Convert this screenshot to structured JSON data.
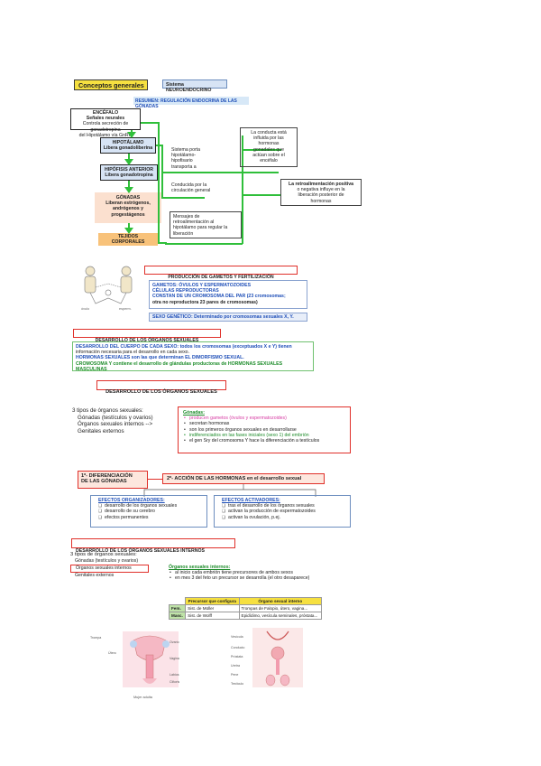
{
  "top": {
    "title": "Conceptos generales",
    "badge": "Sistema NEUROENDOCRINO",
    "subtitle": "RESUMEN: REGULACIÓN ENDOCRINA DE LAS GÓNADAS"
  },
  "flow": {
    "encefalo": [
      "ENCÉFALO",
      "Señales neurales",
      "Controla secreción de gonadotropina",
      "del Hipotálamo vía GnRH"
    ],
    "hipotalamo": [
      "HIPOTÁLAMO",
      "Libera gonadoliberina"
    ],
    "hipofisis": [
      "HIPÓFISIS ANTERIOR",
      "Libera gonadotropina"
    ],
    "gonadas": [
      "GÓNADAS",
      "Liberan estrógenos,",
      "andrógenos y",
      "progestágenos"
    ],
    "tejidos": [
      "TEJIDOS",
      "CORPORALES"
    ],
    "portal": [
      "Sistema porta",
      "hipotálamo-",
      "hipofisario",
      "transporta a"
    ],
    "conducida": [
      "Conducida por la",
      "circulación general"
    ],
    "mensajes": [
      "Mensajes de",
      "retroalimentación al",
      "hipotálamo para regular la",
      "liberación"
    ],
    "conducta": [
      "La conducta está",
      "influida por las",
      "hormonas",
      "gonadales que",
      "actúan sobre el",
      "encéfalo"
    ],
    "retro": [
      "La retroalimentación positiva",
      "o negativa influye en la",
      "liberación posterior de",
      "hormonas"
    ]
  },
  "produccion": {
    "title": "PRODUCCIÓN DE GAMETOS Y FERTILIZACIÓN",
    "lines": [
      "GAMETOS: ÓVULOS Y ESPERMATOZOIDES",
      "CÉLULAS REPRODUCTORAS",
      "CONSTAN DE UN CROMOSOMA DEL PAR (23 cromosomas;",
      "otra no reproductora 23 pares de cromosomas)"
    ],
    "sexo": "SEXO GENÉTICO: Determinado por cromosomas sexuales X, Y.",
    "figure_labels": [
      "óvulo",
      "esperm."
    ]
  },
  "desarrollo1": {
    "title": "DESARROLLO DE LOS ÓRGANOS SEXUALES",
    "lines": [
      "DESARROLLO DEL CUERPO DE CADA SEXO: todos los cromosomas (exceptuados X e Y) tienen",
      "información necesaria para el desarrollo en cada sexo.",
      "HORMONAS SEXUALES son las que determinan EL DIMORFISMO SEXUAL.",
      "CROMOSOMA Y contiene el desarrollo de glándulas productoras de HORMONAS SEXUALES MASCULINAS"
    ]
  },
  "desarrollo2": {
    "title": "DESARROLLO DE LOS ÓRGANOS SEXUALES",
    "tipos_head": "3 tipos de órganos sexuales:",
    "tipos": [
      "Gónadas (testículos y ovarios)",
      "Órganos sexuales internos -->",
      "Genitales externos"
    ],
    "gonadas_head": "Gónadas:",
    "gonadas": [
      "producen gametos (óvulos y espermatozoides)",
      "secretan hormonas",
      "son los primeros órganos sexuales en desarrollarse",
      "indiferenciados en las fases iniciales (sexo 1) del embrión",
      "el gen Sry del cromosoma Y hace la diferenciación a testículos"
    ]
  },
  "diferenciacion": {
    "box1": [
      "1º- DIFERENCIACIÓN",
      "DE LAS GÓNADAS"
    ],
    "box2": "2º- ACCIÓN DE LAS HORMONAS en el desarrollo sexual",
    "organizadores_head": "EFECTOS ORGANIZADORES:",
    "organizadores": [
      "desarrollo de los órganos sexuales",
      "desarrollo de su cerebro",
      "efectos permanentes"
    ],
    "activadores_head": "EFECTOS ACTIVADORES:",
    "activadores": [
      "tras el desarrollo de los órganos sexuales",
      "activan la producción de espermatozoides",
      "activan la ovulación, p.ej."
    ]
  },
  "internos": {
    "title": "DESARROLLO DE LOS ÓRGANOS SEXUALES INTERNOS",
    "tipos_head": "3 tipos de órganos sexuales:",
    "tipos": [
      "Gónadas (testículos y ovarios)",
      "Órganos sexuales internos",
      "Genitales externos"
    ],
    "right_head": "Órganos sexuales internos:",
    "right": [
      "al inicio cada embrión tiene precursores de ambos sexos",
      "en mes 3 del feto un precursor se desarrolla (el otro desaparece)"
    ],
    "table": {
      "headers": [
        "",
        "Precursor que configura",
        "Órgano sexual interno"
      ],
      "rows": [
        [
          "Fem.",
          "Sist. de Müller",
          "Trompas de Falopio, útero, vagina..."
        ],
        [
          "Masc.",
          "Sist. de Wolff",
          "Epidídimo, vesícula seminales, próstata..."
        ]
      ]
    },
    "fig_left": [
      "Trompa",
      "Útero",
      "Vagina",
      "Ovario",
      "Labios",
      "Clítoris"
    ],
    "fig_right": [
      "Vesícula",
      "Conducto",
      "Próstata",
      "Uretra",
      "Pene",
      "Testículo"
    ],
    "fig_caption": "Mujer adulta"
  }
}
